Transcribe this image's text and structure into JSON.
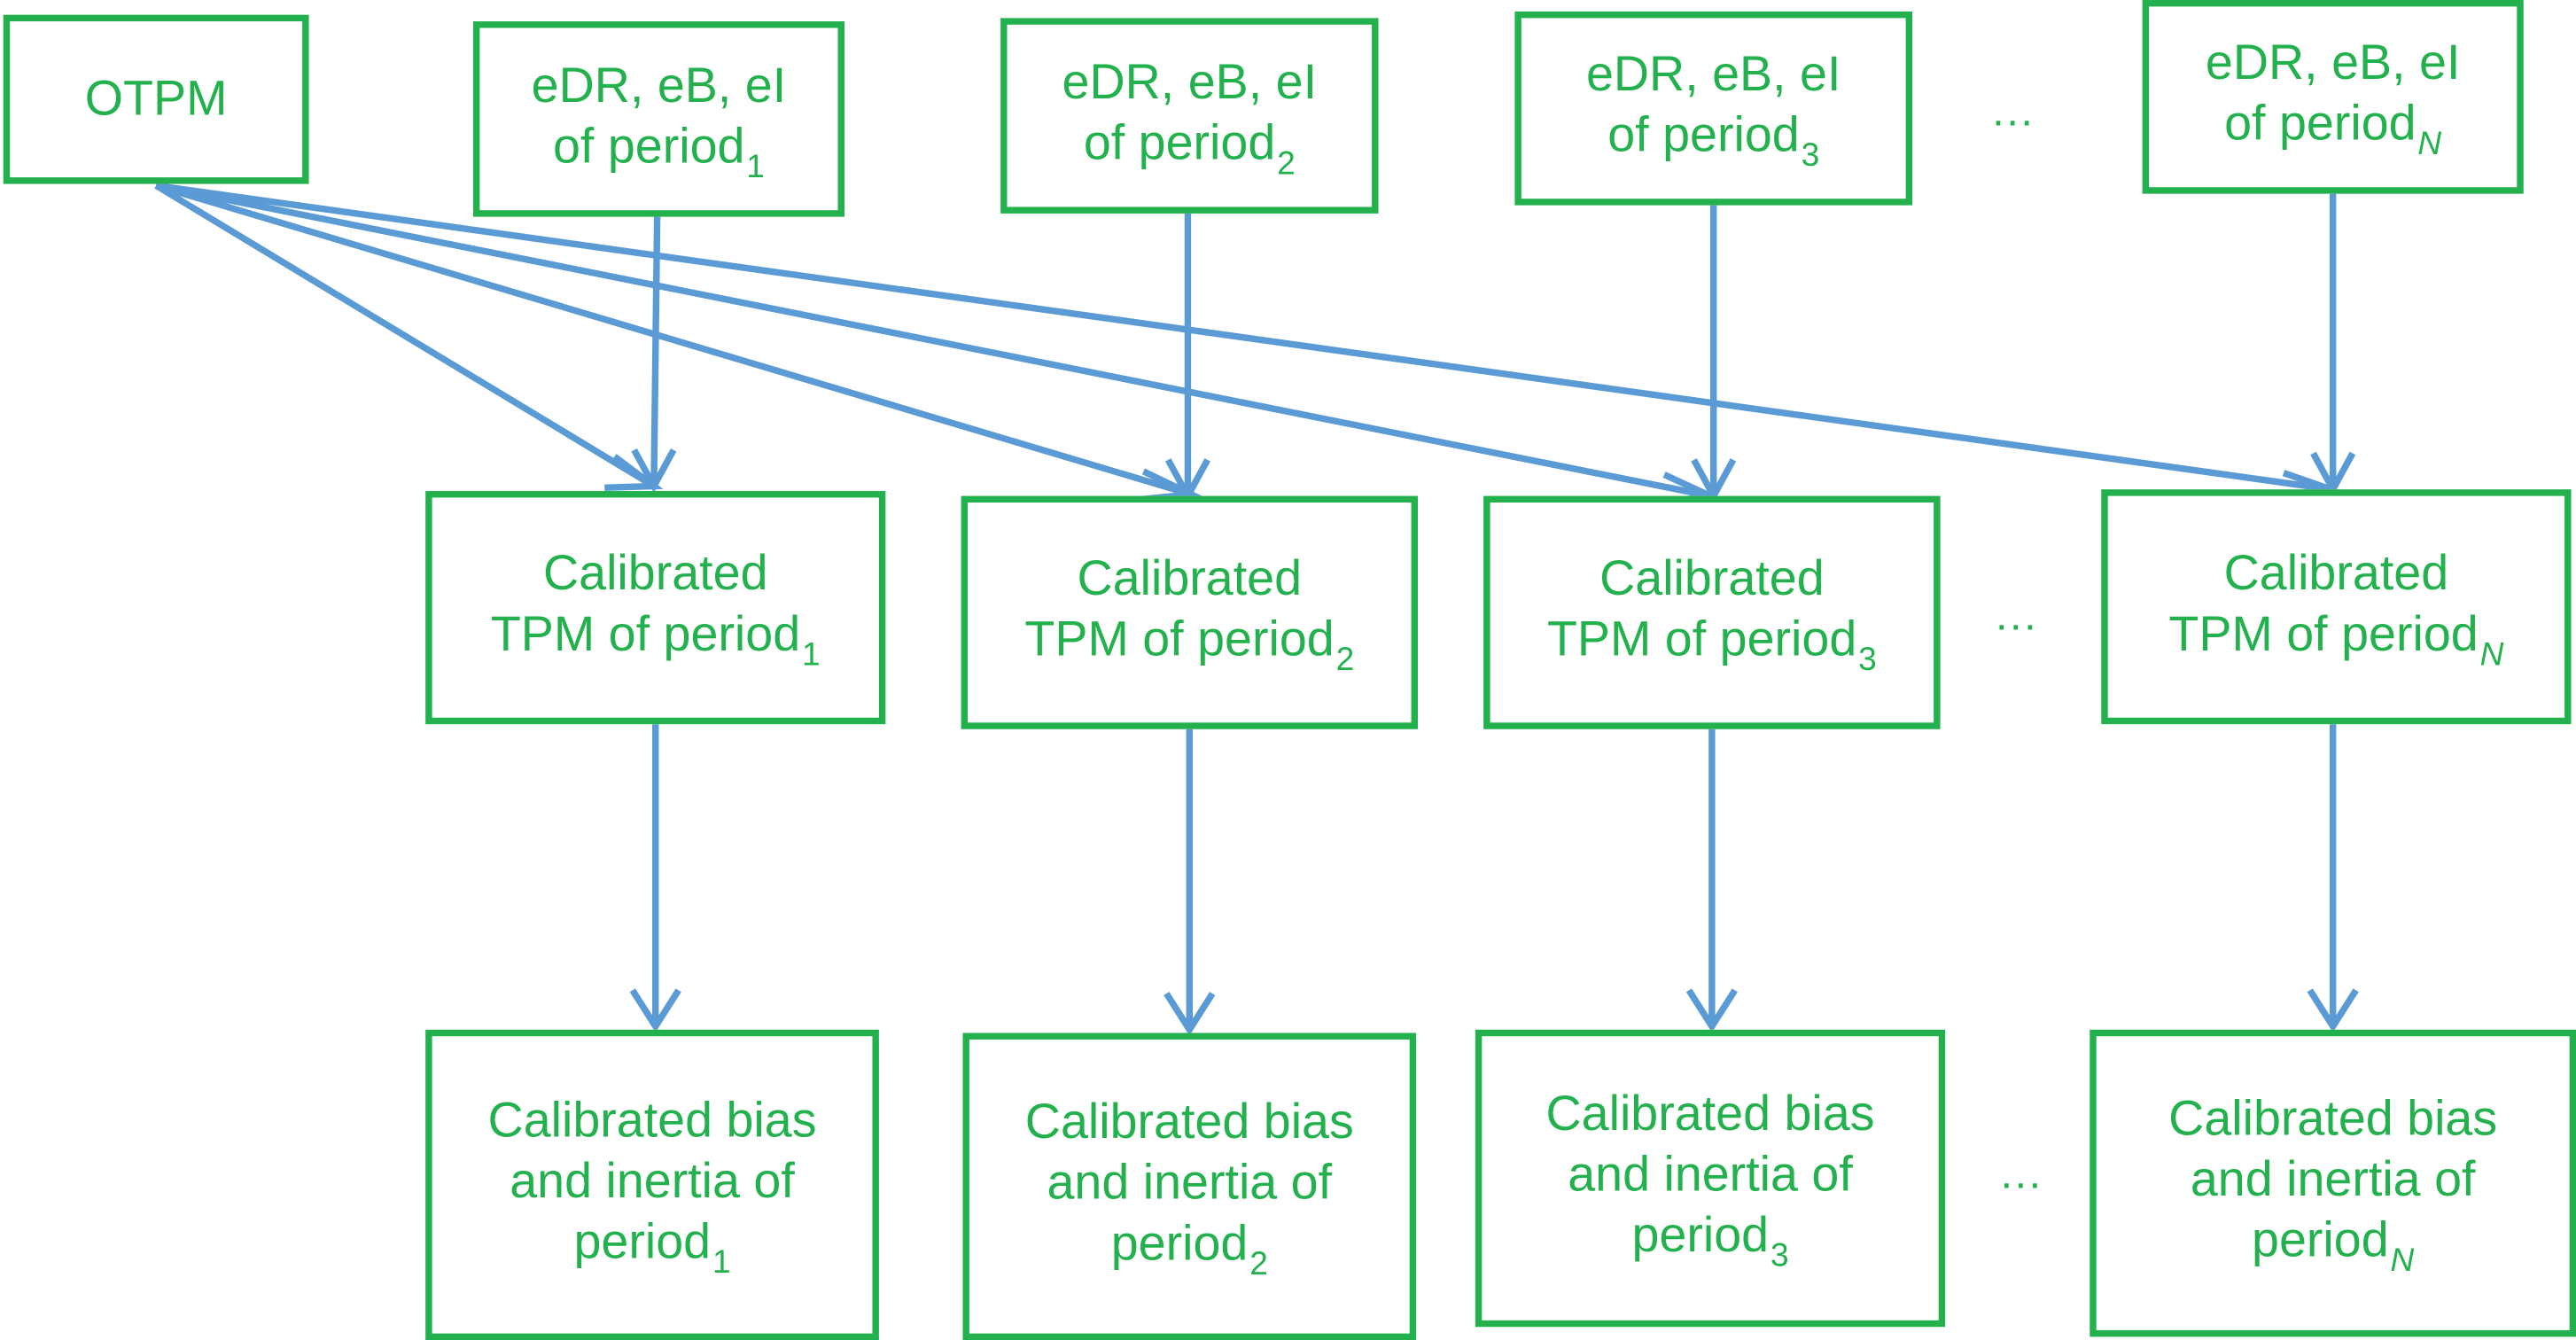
{
  "otpm": {
    "label": "OTPM"
  },
  "inputs": [
    {
      "line1": "eDR, eB, eI",
      "line2": "of period",
      "sub": "1"
    },
    {
      "line1": "eDR, eB, eI",
      "line2": "of period",
      "sub": "2"
    },
    {
      "line1": "eDR, eB, eI",
      "line2": "of period",
      "sub": "3"
    },
    {
      "line1": "eDR, eB, eI",
      "line2": "of period",
      "sub": "N"
    }
  ],
  "tpms": [
    {
      "line1": "Calibrated",
      "line2": "TPM of period",
      "sub": "1"
    },
    {
      "line1": "Calibrated",
      "line2": "TPM of period",
      "sub": "2"
    },
    {
      "line1": "Calibrated",
      "line2": "TPM of period",
      "sub": "3"
    },
    {
      "line1": "Calibrated",
      "line2": "TPM of period",
      "sub": "N"
    }
  ],
  "outputs": [
    {
      "line1": "Calibrated bias",
      "line2": "and inertia of",
      "line3": "period",
      "sub": "1"
    },
    {
      "line1": "Calibrated bias",
      "line2": "and inertia of",
      "line3": "period",
      "sub": "2"
    },
    {
      "line1": "Calibrated bias",
      "line2": "and inertia of",
      "line3": "period",
      "sub": "3"
    },
    {
      "line1": "Calibrated bias",
      "line2": "and inertia of",
      "line3": "period",
      "sub": "N"
    }
  ],
  "ellipsis": "···",
  "colors": {
    "box_border": "#22b14c",
    "text": "#22b14c",
    "arrow": "#5b9bd5"
  }
}
